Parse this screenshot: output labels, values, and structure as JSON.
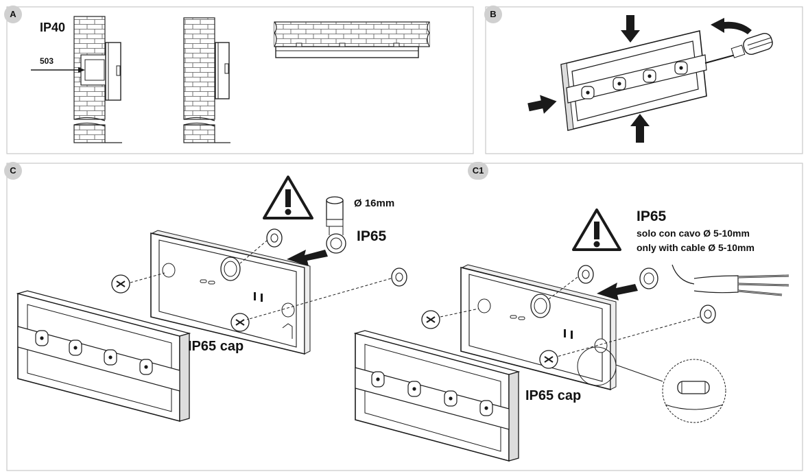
{
  "panels": {
    "a": {
      "badge": "A",
      "ip_label": "IP40",
      "dimension_label": "503"
    },
    "b": {
      "badge": "B"
    },
    "c": {
      "badge": "C",
      "diameter_label": "Ø 16mm",
      "ip_label": "IP65",
      "cap_label": "IP65 cap"
    },
    "c1": {
      "badge": "C1",
      "ip_label": "IP65",
      "note_it": "solo con cavo Ø 5-10mm",
      "note_en": "only with cable Ø 5-10mm",
      "cap_label": "IP65 cap"
    }
  },
  "colors": {
    "panel_border": "#c8c8c8",
    "badge_fill": "#d0d0d0",
    "line": "#1a1a1a",
    "arrow_fill": "#1a1a1a"
  }
}
